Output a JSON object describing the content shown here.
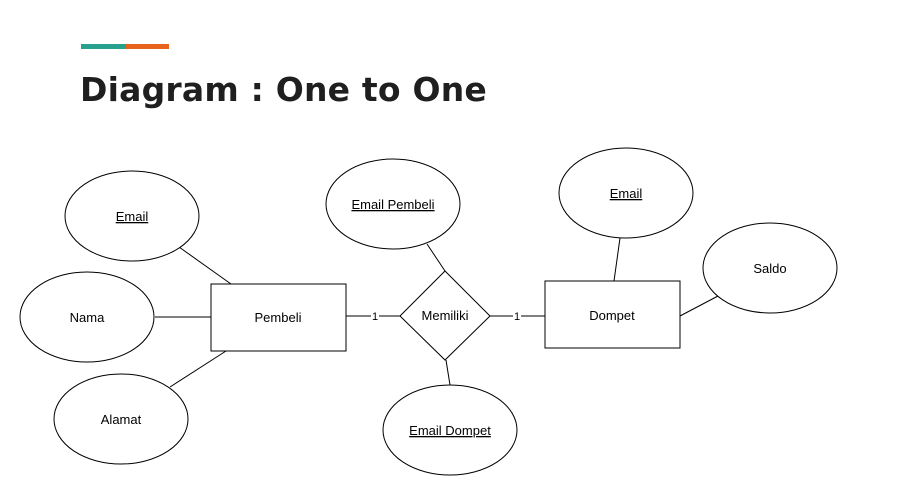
{
  "title": "Diagram : One to One",
  "colors": {
    "accent_teal": "#27a08e",
    "accent_orange": "#e8631c",
    "line": "#000000"
  },
  "diagram": {
    "entities": [
      {
        "id": "pembeli",
        "label": "Pembeli"
      },
      {
        "id": "dompet",
        "label": "Dompet"
      }
    ],
    "relationship": {
      "id": "memiliki",
      "label": "Memiliki"
    },
    "cardinalities": {
      "pembeli_side": "1",
      "dompet_side": "1"
    },
    "attributes": {
      "pembeli_email": {
        "label": "Email",
        "key": true
      },
      "pembeli_nama": {
        "label": "Nama",
        "key": false
      },
      "pembeli_alamat": {
        "label": "Alamat",
        "key": false
      },
      "memiliki_email_pembeli": {
        "label": "Email Pembeli",
        "key": true
      },
      "memiliki_email_dompet": {
        "label": "Email Dompet",
        "key": true
      },
      "dompet_email": {
        "label": "Email",
        "key": true
      },
      "dompet_saldo": {
        "label": "Saldo",
        "key": false
      }
    }
  }
}
